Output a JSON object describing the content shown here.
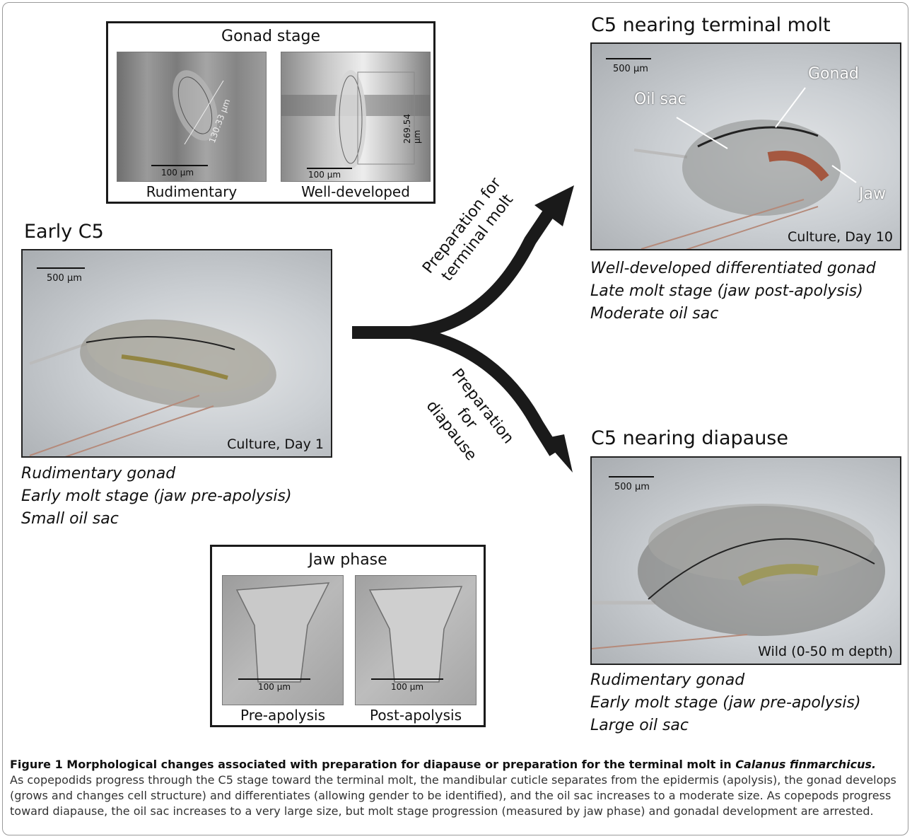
{
  "gonad_panel": {
    "title": "Gonad stage",
    "left": {
      "label": "Rudimentary",
      "scale": "100 µm",
      "measure": "130.33 µm"
    },
    "right": {
      "label": "Well-developed",
      "scale": "100 µm",
      "measure": "269.54 µm"
    }
  },
  "jaw_panel": {
    "title": "Jaw phase",
    "left": {
      "label": "Pre-apolysis",
      "scale": "100 µm"
    },
    "right": {
      "label": "Post-apolysis",
      "scale": "100 µm"
    }
  },
  "early": {
    "heading": "Early C5",
    "scale": "500 µm",
    "caption": "Culture, Day 1",
    "traits": [
      "Rudimentary gonad",
      "Early molt stage (jaw pre-apolysis)",
      "Small oil sac"
    ]
  },
  "terminal": {
    "heading": "C5 nearing terminal molt",
    "scale": "500 µm",
    "caption": "Culture, Day 10",
    "labels": {
      "gonad": "Gonad",
      "oil_sac": "Oil sac",
      "jaw": "Jaw"
    },
    "traits": [
      "Well-developed differentiated gonad",
      "Late molt stage (jaw post-apolysis)",
      "Moderate oil sac"
    ]
  },
  "diapause": {
    "heading": "C5 nearing diapause",
    "scale": "500 µm",
    "caption": "Wild (0-50 m depth)",
    "traits": [
      "Rudimentary gonad",
      "Early molt stage (jaw pre-apolysis)",
      "Large oil sac"
    ]
  },
  "arrows": {
    "upper_line1": "Preparation for",
    "upper_line2": "terminal molt",
    "lower_line1": "Preparation",
    "lower_line2": "for",
    "lower_line3": "diapause"
  },
  "caption": {
    "bold": "Figure 1 Morphological changes associated with preparation for diapause or preparation for the terminal molt in ",
    "bold_italic": "Calanus finmarchicus.",
    "text": "As copepodids progress through the C5 stage toward the terminal molt, the mandibular cuticle separates from the epidermis (apolysis), the gonad develops (grows and changes cell structure) and differentiates (allowing gender to be identified), and the oil sac increases to a moderate size. As copepods progress toward diapause, the oil sac increases to a very large size, but molt stage progression (measured by jaw phase) and gonadal development are arrested."
  }
}
